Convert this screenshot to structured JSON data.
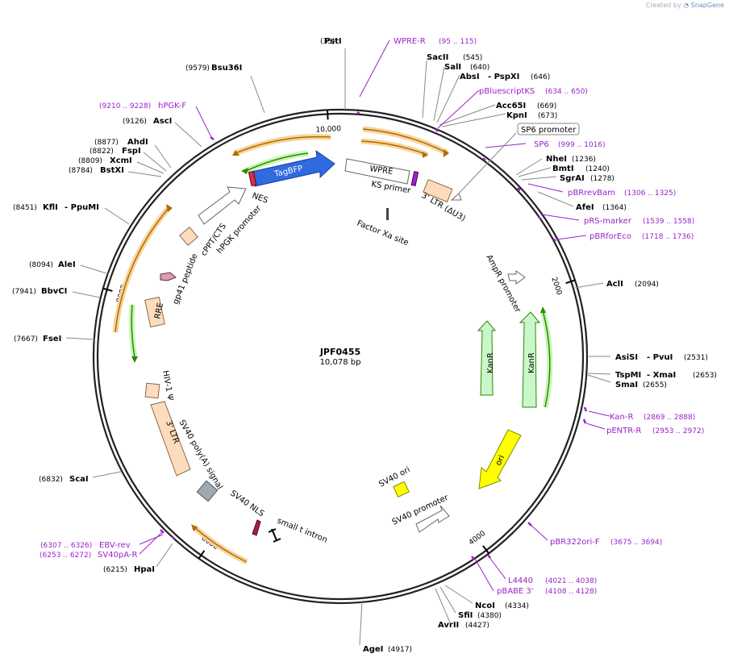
{
  "credit": {
    "prefix": "Created by",
    "brand": "SnapGene"
  },
  "plasmid": {
    "name": "JPF0455",
    "length_label": "10,078 bp"
  },
  "ticks": [
    {
      "label": "2000",
      "angle": 72
    },
    {
      "label": "4000",
      "angle": 143
    },
    {
      "label": "6000",
      "angle": 215
    },
    {
      "label": "8000",
      "angle": 286
    },
    {
      "label": "10,000",
      "angle": 357
    }
  ],
  "sites": [
    {
      "id": "psti",
      "name": "PstI",
      "pos": "(35)"
    },
    {
      "id": "bsu36i",
      "name": "Bsu36I",
      "pos": "(9579)"
    },
    {
      "id": "asci",
      "name": "AscI",
      "pos": "(9126)"
    },
    {
      "id": "ahdi",
      "name": "AhdI",
      "pos": "(8877)"
    },
    {
      "id": "fspi",
      "name": "FspI",
      "pos": "(8822)"
    },
    {
      "id": "xcmi",
      "name": "XcmI",
      "pos": "(8809)"
    },
    {
      "id": "bstxi",
      "name": "BstXI",
      "pos": "(8784)"
    },
    {
      "id": "kfli",
      "name": "KflI",
      "pos": "(8451)",
      "extra": "- PpuMI"
    },
    {
      "id": "alei",
      "name": "AleI",
      "pos": "(8094)"
    },
    {
      "id": "bbvci",
      "name": "BbvCI",
      "pos": "(7941)"
    },
    {
      "id": "fsei",
      "name": "FseI",
      "pos": "(7667)"
    },
    {
      "id": "scai",
      "name": "ScaI",
      "pos": "(6832)"
    },
    {
      "id": "hpai",
      "name": "HpaI",
      "pos": "(6215)"
    },
    {
      "id": "agei",
      "name": "AgeI",
      "pos": "(4917)"
    },
    {
      "id": "avrii",
      "name": "AvrII",
      "pos": "(4427)"
    },
    {
      "id": "sfii",
      "name": "SfiI",
      "pos": "(4380)"
    },
    {
      "id": "ncoi",
      "name": "NcoI",
      "pos": "(4334)"
    },
    {
      "id": "sacii",
      "name": "SacII",
      "pos": "(545)"
    },
    {
      "id": "sali",
      "name": "SalI",
      "pos": "(640)"
    },
    {
      "id": "absi",
      "name": "AbsI",
      "pos": "(646)",
      "extra": "- PspXI"
    },
    {
      "id": "acc65i",
      "name": "Acc65I",
      "pos": "(669)"
    },
    {
      "id": "kpni",
      "name": "KpnI",
      "pos": "(673)"
    },
    {
      "id": "nhei",
      "name": "NheI",
      "pos": "(1236)"
    },
    {
      "id": "bmti",
      "name": "BmtI",
      "pos": "(1240)"
    },
    {
      "id": "sgrai",
      "name": "SgrAI",
      "pos": "(1278)"
    },
    {
      "id": "afei",
      "name": "AfeI",
      "pos": "(1364)"
    },
    {
      "id": "acli",
      "name": "AclI",
      "pos": "(2094)"
    },
    {
      "id": "asisi",
      "name": "AsiSI",
      "pos": "(2531)",
      "extra": "- PvuI"
    },
    {
      "id": "tspmi",
      "name": "TspMI",
      "pos": "(2653)",
      "extra": "- XmaI"
    },
    {
      "id": "smai",
      "name": "SmaI",
      "pos": "(2655)"
    }
  ],
  "primers": [
    {
      "id": "wpre-r",
      "name": "WPRE-R",
      "pos": "(95 .. 115)"
    },
    {
      "id": "pbluescriptks",
      "name": "pBluescriptKS",
      "pos": "(634 .. 650)"
    },
    {
      "id": "sp6",
      "name": "SP6",
      "pos": "(999 .. 1016)"
    },
    {
      "id": "pbrrevbam",
      "name": "pBRrevBam",
      "pos": "(1306 .. 1325)"
    },
    {
      "id": "prs-marker",
      "name": "pRS-marker",
      "pos": "(1539 .. 1558)"
    },
    {
      "id": "pbrforeco",
      "name": "pBRforEco",
      "pos": "(1718 .. 1736)"
    },
    {
      "id": "kan-r",
      "name": "Kan-R",
      "pos": "(2869 .. 2888)"
    },
    {
      "id": "pentr-r",
      "name": "pENTR-R",
      "pos": "(2953 .. 2972)"
    },
    {
      "id": "pbr322ori-f",
      "name": "pBR322ori-F",
      "pos": "(3675 .. 3694)"
    },
    {
      "id": "l4440",
      "name": "L4440",
      "pos": "(4021 .. 4038)"
    },
    {
      "id": "pbabe3",
      "name": "pBABE 3'",
      "pos": "(4108 .. 4128)"
    },
    {
      "id": "ebv-rev",
      "name": "EBV-rev",
      "pos": "(6307 .. 6326)"
    },
    {
      "id": "sv40pa-r",
      "name": "SV40pA-R",
      "pos": "(6253 .. 6272)"
    },
    {
      "id": "hpgk-f",
      "name": "hPGK-F",
      "pos": "(9210 .. 9228)"
    }
  ],
  "features": {
    "sp6_promoter": "SP6 promoter",
    "wpre": "WPRE",
    "ks_primer": "KS primer",
    "ltr3": "3' LTR (ΔU3)",
    "factor_xa": "Factor Xa site",
    "ampr_promoter": "AmpR promoter",
    "kanr1": "KanR",
    "kanr2": "KanR",
    "ori": "ori",
    "sv40_ori": "SV40 ori",
    "sv40_promoter": "SV40 promoter",
    "small_t": "small t intron",
    "sv40_nls": "SV40 NLS",
    "sv40_polya": "SV40 poly(A) signal",
    "ltr3b": "3' LTR",
    "hiv_psi": "HIV-1 Ψ",
    "rre": "RRE",
    "gp41": "gp41 peptide",
    "cppt": "cPPT/CTS",
    "hpgk": "hPGK promoter",
    "nes": "NES",
    "tagbfp": "TagBFP"
  },
  "colors": {
    "backbone": "#222222",
    "site_line": "#888888",
    "primer": "#9a22cc",
    "orange_arc": "#b36a00",
    "green_arc": "#2a8a00",
    "tagbfp": "#2f6ae0",
    "kanr": "#c9f7c9",
    "ori": "#ffff00",
    "ltr": "#fcdcbc",
    "sv40ori": "#ffff00"
  }
}
